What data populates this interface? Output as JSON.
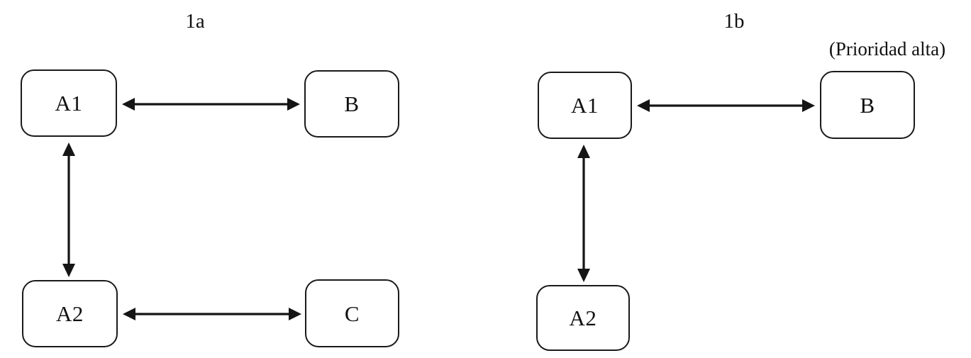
{
  "figure": {
    "background_color": "#ffffff",
    "stroke_color": "#151515",
    "text_color": "#101010"
  },
  "panels": [
    {
      "id": "1a",
      "title": "1a",
      "nodes": [
        {
          "id": "a1",
          "label": "A1"
        },
        {
          "id": "b",
          "label": "B"
        },
        {
          "id": "a2",
          "label": "A2"
        },
        {
          "id": "c",
          "label": "C"
        }
      ],
      "edges": [
        {
          "id": "a1-b",
          "from": "A1",
          "to": "B",
          "direction": "bidirectional",
          "orientation": "horizontal"
        },
        {
          "id": "a1-a2",
          "from": "A1",
          "to": "A2",
          "direction": "bidirectional",
          "orientation": "vertical"
        },
        {
          "id": "a2-c",
          "from": "A2",
          "to": "C",
          "direction": "bidirectional",
          "orientation": "horizontal"
        }
      ],
      "annotations": []
    },
    {
      "id": "1b",
      "title": "1b",
      "nodes": [
        {
          "id": "a1",
          "label": "A1"
        },
        {
          "id": "b",
          "label": "B"
        },
        {
          "id": "a2",
          "label": "A2"
        }
      ],
      "edges": [
        {
          "id": "a1-b",
          "from": "A1",
          "to": "B",
          "direction": "bidirectional",
          "orientation": "horizontal"
        },
        {
          "id": "a1-a2",
          "from": "A1",
          "to": "A2",
          "direction": "bidirectional",
          "orientation": "vertical"
        }
      ],
      "annotations": [
        {
          "id": "b-priority",
          "target": "B",
          "text": "(Prioridad alta)"
        }
      ]
    }
  ]
}
